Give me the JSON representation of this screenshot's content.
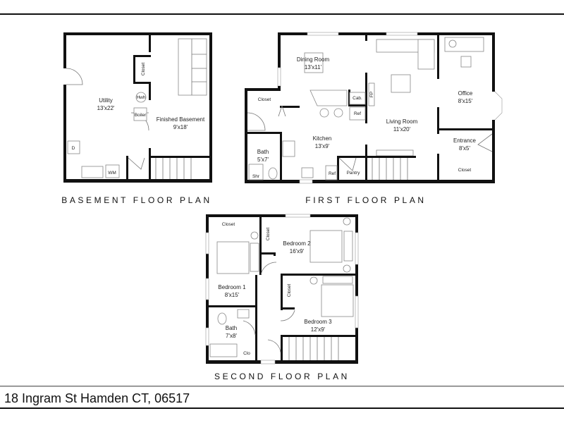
{
  "basement": {
    "title": "BASEMENT FLOOR PLAN",
    "rooms": {
      "utility": {
        "name": "Utility",
        "size": "13'x22'"
      },
      "finished": {
        "name": "Finished Basement",
        "size": "9'x18'"
      },
      "closet": "Closet",
      "hwh": "Hwh",
      "boiler": "Boiler",
      "dryer": "D",
      "washer": "WM"
    }
  },
  "first": {
    "title": "FIRST FLOOR PLAN",
    "rooms": {
      "dining": {
        "name": "Dining Room",
        "size": "13'x11'"
      },
      "living": {
        "name": "Living Room",
        "size": "11'x20'"
      },
      "office": {
        "name": "Office",
        "size": "8'x15'"
      },
      "entrance": {
        "name": "Entrance",
        "size": "8'x5'"
      },
      "kitchen": {
        "name": "Kitchen",
        "size": "13'x9'"
      },
      "bath": {
        "name": "Bath",
        "size": "5'x7'"
      },
      "closet_left": "Closet",
      "closet_entrance": "Closet",
      "cab": "Cab.",
      "fp": "FP",
      "ref_island": "Ref",
      "ref_kitchen": "Ref",
      "pantry": "Pantry",
      "shower": "Shr"
    }
  },
  "second": {
    "title": "SECOND FLOOR PLAN",
    "rooms": {
      "bed1": {
        "name": "Bedroom 1",
        "size": "8'x15'"
      },
      "bed2": {
        "name": "Bedroom 2",
        "size": "16'x9'"
      },
      "bed3": {
        "name": "Bedroom 3",
        "size": "12'x9'"
      },
      "bath": {
        "name": "Bath",
        "size": "7'x8'"
      },
      "closet_bed1": "Closet",
      "closet_bed2": "Closet",
      "closet_bed3": "Closet",
      "clo": "Clo"
    }
  },
  "address": "18 Ingram St Hamden CT, 06517"
}
